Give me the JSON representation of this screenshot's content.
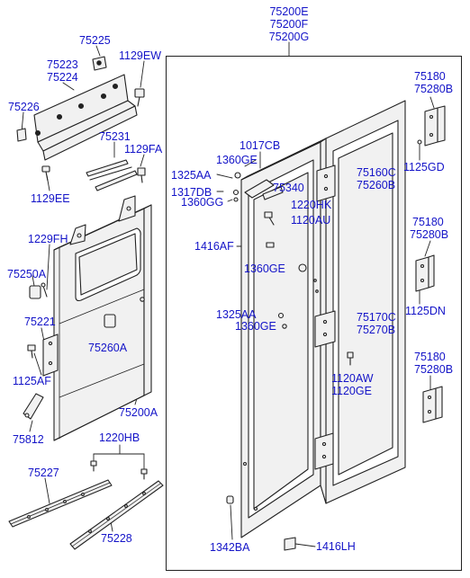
{
  "colors": {
    "label": "#1414c8",
    "line": "#222222",
    "fill": "#f1f1f1"
  },
  "labels": {
    "p75200E": "75200E",
    "p75200F": "75200F",
    "p75200G": "75200G",
    "p75225": "75225",
    "p1129EW": "1129EW",
    "p75223": "75223",
    "p75224": "75224",
    "p75226": "75226",
    "p75231": "75231",
    "p1129FA": "1129FA",
    "p1129EE": "1129EE",
    "p1017CB": "1017CB",
    "p1360GE_a": "1360GE",
    "p1325AA_a": "1325AA",
    "p1317DB": "1317DB",
    "p1360GG": "1360GG",
    "p75340": "75340",
    "p1220HK": "1220HK",
    "p1120AU": "1120AU",
    "p75180_a": "75180",
    "p75280B_a": "75280B",
    "p1125GD": "1125GD",
    "p75160C": "75160C",
    "p75260B": "75260B",
    "p1229FH": "1229FH",
    "p1416AF": "1416AF",
    "p1360GE_b": "1360GE",
    "p75180_b": "75180",
    "p75280B_b": "75280B",
    "p75250A": "75250A",
    "p1125DN": "1125DN",
    "p75221": "75221",
    "p1325AA_b": "1325AA",
    "p1360GE_c": "1360GE",
    "p75170C": "75170C",
    "p75270B": "75270B",
    "p75260A": "75260A",
    "p1125AF": "1125AF",
    "p75180_c": "75180",
    "p75280B_c": "75280B",
    "p1120AW": "1120AW",
    "p1120GE": "1120GE",
    "p75200A": "75200A",
    "p75812": "75812",
    "p1220HB": "1220HB",
    "p75227": "75227",
    "p75228": "75228",
    "p1342BA": "1342BA",
    "p1416LH": "1416LH"
  }
}
